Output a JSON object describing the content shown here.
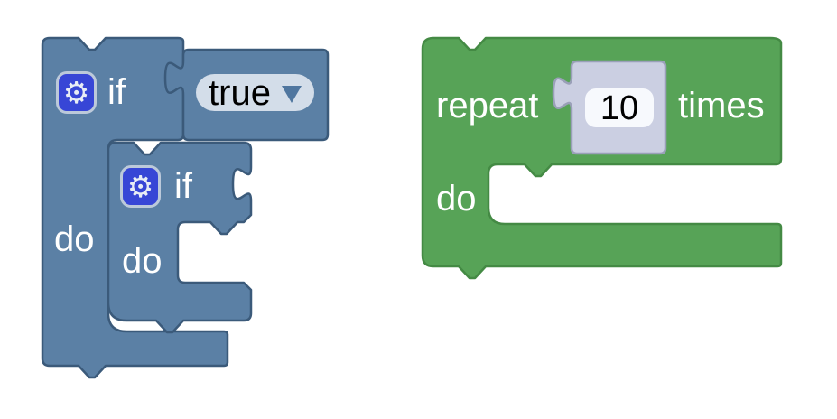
{
  "workspace": {
    "background": "#ffffff",
    "description": "Blockly workspace with an if-block stack and a repeat loop block"
  },
  "colors": {
    "logic_block_fill": "#5b80a5",
    "logic_block_border": "#3b5a7a",
    "loop_block_fill": "#57a357",
    "loop_block_border": "#448a44",
    "shadow_block_fill": "#cbcfe2",
    "shadow_block_border": "#9aa0b8",
    "mutator_badge_fill": "#3746d6",
    "mutator_badge_border": "#bcc9da",
    "dropdown_field_bg": "#d3dde9",
    "dropdown_arrow": "#4f769f",
    "number_field_bg": "#f7f9fd",
    "label_text": "#ffffff",
    "field_text": "#000000"
  },
  "blocks": {
    "outer_if": {
      "if_label": "if",
      "do_label": "do"
    },
    "condition": {
      "value": "true"
    },
    "nested_if": {
      "if_label": "if",
      "do_label": "do"
    },
    "repeat": {
      "repeat_label": "repeat",
      "times_label": "times",
      "do_label": "do"
    },
    "count": {
      "value": "10"
    }
  },
  "icons": {
    "gear_glyph": "⚙"
  }
}
